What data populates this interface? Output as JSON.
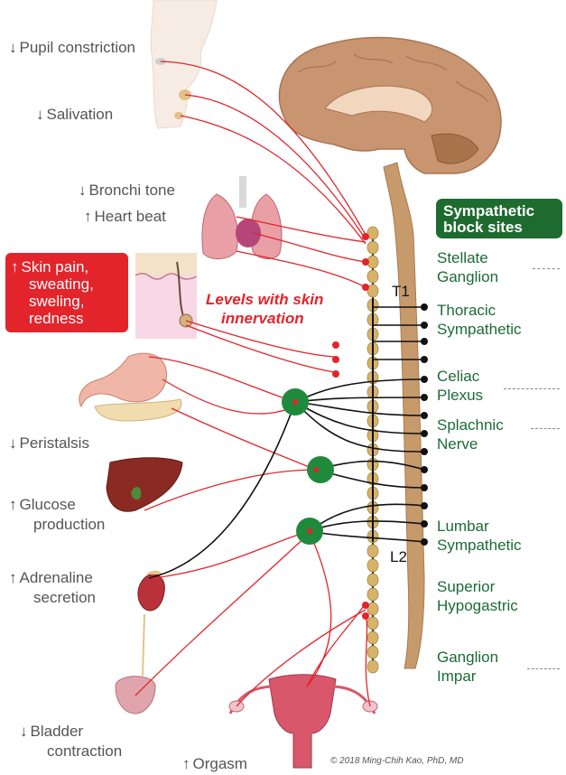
{
  "effects": {
    "pupil": "Pupil constriction",
    "salivation": "Salivation",
    "bronchi": "Bronchi tone",
    "heart": "Heart beat",
    "skin": [
      "Skin pain,",
      "sweating,",
      "sweling,",
      "redness"
    ],
    "peristalsis": "Peristalsis",
    "glucose": [
      "Glucose",
      "production"
    ],
    "adrenaline": [
      "Adrenaline",
      "secretion"
    ],
    "bladder": [
      "Bladder",
      "contraction"
    ],
    "orgasm": "Orgasm"
  },
  "arrows": {
    "down": "↓",
    "up": "↑"
  },
  "skin_levels_label": [
    "Levels with skin",
    "innervation"
  ],
  "block_sites": {
    "header": [
      "Sympathetic",
      "block sites"
    ],
    "stellate": [
      "Stellate",
      "Ganglion"
    ],
    "thoracic": [
      "Thoracic",
      "Sympathetic"
    ],
    "celiac": [
      "Celiac",
      "Plexus"
    ],
    "splanchnic": [
      "Splachnic",
      "Nerve"
    ],
    "lumbar": [
      "Lumbar",
      "Sympathetic"
    ],
    "hypogastric": [
      "Superior",
      "Hypogastric"
    ],
    "impar": [
      "Ganglion",
      "Impar"
    ]
  },
  "levels": {
    "t1": "T1",
    "l2": "L2"
  },
  "copyright": "© 2018 Ming-Chih Kao, PhD, MD",
  "colors": {
    "nerve_red": "#e3242b",
    "ganglion_green": "#1f8a3c",
    "label_green": "#1b6b36",
    "brain": "#c99570",
    "vertebra": "#d7b36a",
    "spinal_cord": "#c79a6c"
  }
}
